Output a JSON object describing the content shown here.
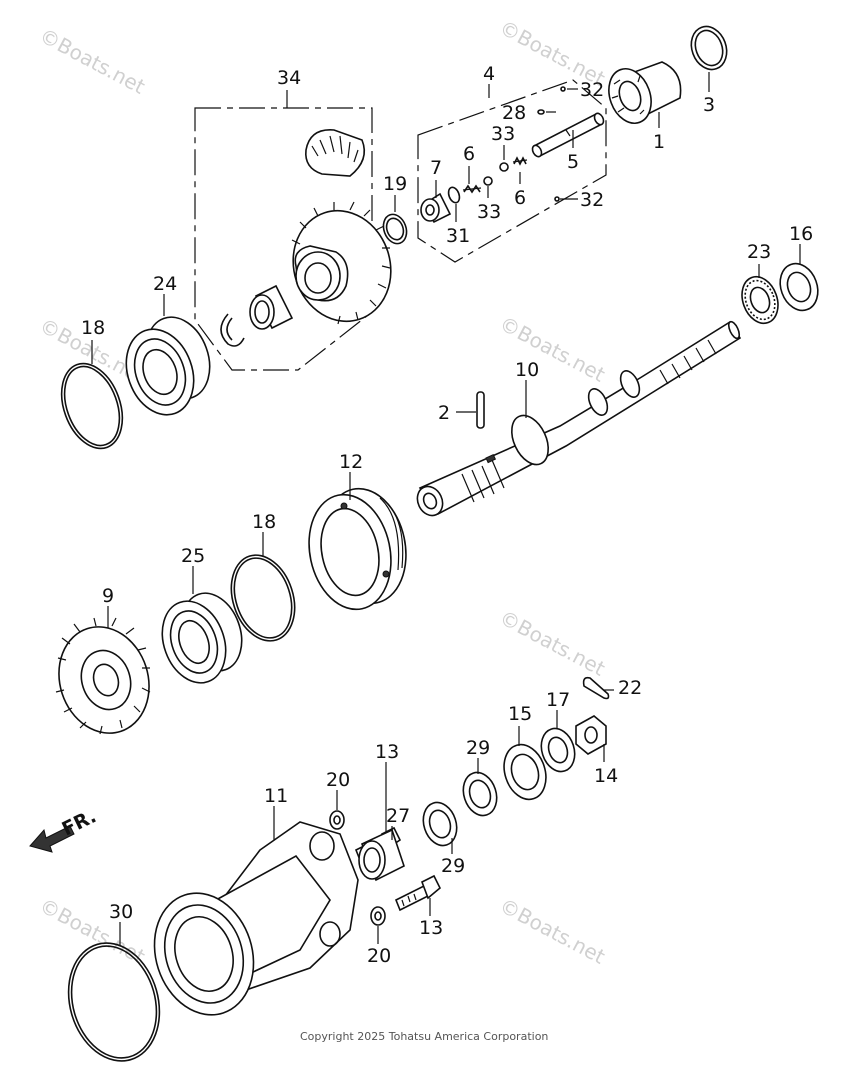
{
  "diagram": {
    "front_marker": "FR.",
    "copyright": "Copyright 2025 Tohatsu America Corporation",
    "watermarks": [
      "©Boats.net",
      "©Boats.net",
      "©Boats.net",
      "©Boats.net",
      "©Boats.net",
      "©Boats.net",
      "©Boats.net"
    ],
    "callouts": [
      {
        "id": "c34",
        "number": "34"
      },
      {
        "id": "c4",
        "number": "4"
      },
      {
        "id": "c3",
        "number": "3"
      },
      {
        "id": "c32a",
        "number": "32"
      },
      {
        "id": "c28",
        "number": "28"
      },
      {
        "id": "c1",
        "number": "1"
      },
      {
        "id": "c33a",
        "number": "33"
      },
      {
        "id": "c5",
        "number": "5"
      },
      {
        "id": "c6a",
        "number": "6"
      },
      {
        "id": "c7",
        "number": "7"
      },
      {
        "id": "c19",
        "number": "19"
      },
      {
        "id": "c33b",
        "number": "33"
      },
      {
        "id": "c6b",
        "number": "6"
      },
      {
        "id": "c32b",
        "number": "32"
      },
      {
        "id": "c31",
        "number": "31"
      },
      {
        "id": "c24",
        "number": "24"
      },
      {
        "id": "c23",
        "number": "23"
      },
      {
        "id": "c16",
        "number": "16"
      },
      {
        "id": "c18a",
        "number": "18"
      },
      {
        "id": "c10",
        "number": "10"
      },
      {
        "id": "c2",
        "number": "2"
      },
      {
        "id": "c12",
        "number": "12"
      },
      {
        "id": "c18b",
        "number": "18"
      },
      {
        "id": "c25",
        "number": "25"
      },
      {
        "id": "c9",
        "number": "9"
      },
      {
        "id": "c22",
        "number": "22"
      },
      {
        "id": "c15",
        "number": "15"
      },
      {
        "id": "c17",
        "number": "17"
      },
      {
        "id": "c29a",
        "number": "29"
      },
      {
        "id": "c14",
        "number": "14"
      },
      {
        "id": "c13a",
        "number": "13"
      },
      {
        "id": "c20a",
        "number": "20"
      },
      {
        "id": "c11",
        "number": "11"
      },
      {
        "id": "c27",
        "number": "27"
      },
      {
        "id": "c29b",
        "number": "29"
      },
      {
        "id": "c13b",
        "number": "13"
      },
      {
        "id": "c30",
        "number": "30"
      },
      {
        "id": "c20b",
        "number": "20"
      }
    ]
  }
}
